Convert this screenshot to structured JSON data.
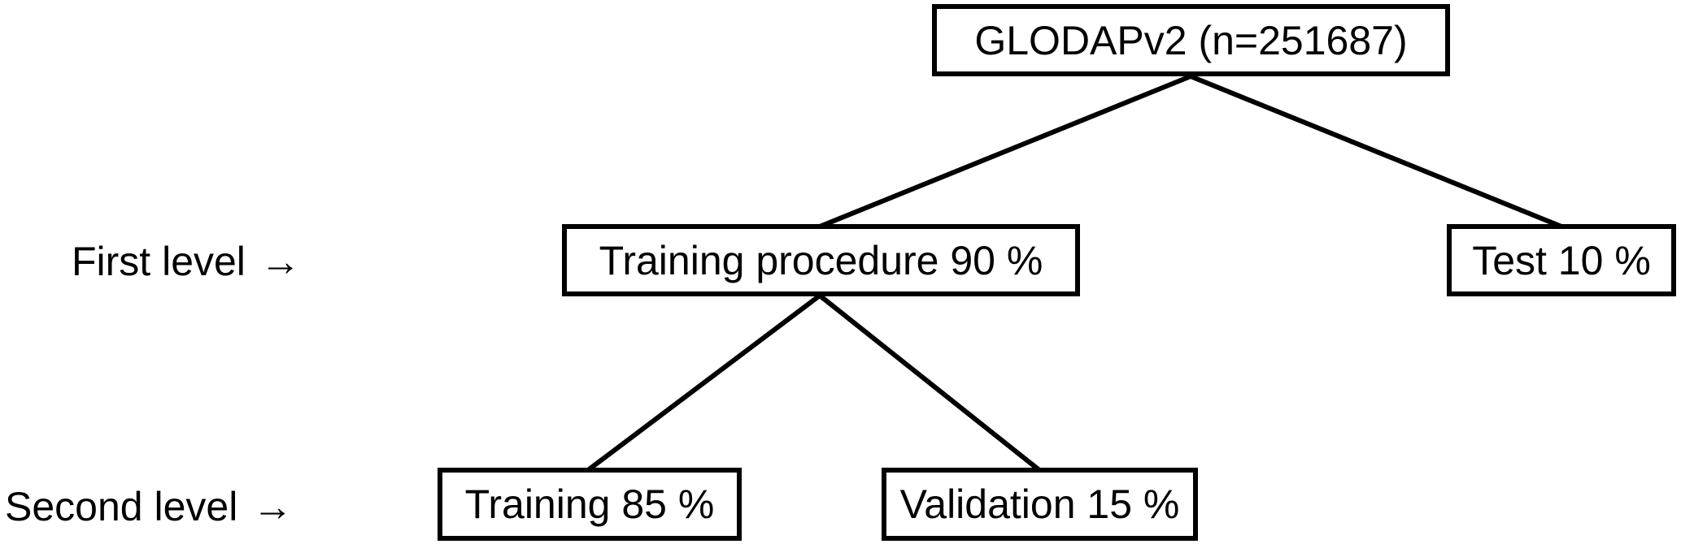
{
  "diagram": {
    "nodes": {
      "root": "GLODAPv2 (n=251687)",
      "training_procedure": "Training procedure 90 %",
      "test": "Test 10 %",
      "training": "Training 85 %",
      "validation": "Validation 15 %"
    },
    "level_labels": {
      "first": "First level",
      "second": "Second level",
      "arrow": "→"
    },
    "edges": [
      {
        "from": "root",
        "to": "training_procedure"
      },
      {
        "from": "root",
        "to": "test"
      },
      {
        "from": "training_procedure",
        "to": "training"
      },
      {
        "from": "training_procedure",
        "to": "validation"
      }
    ],
    "colors": {
      "line": "#000000",
      "background": "#ffffff"
    }
  }
}
